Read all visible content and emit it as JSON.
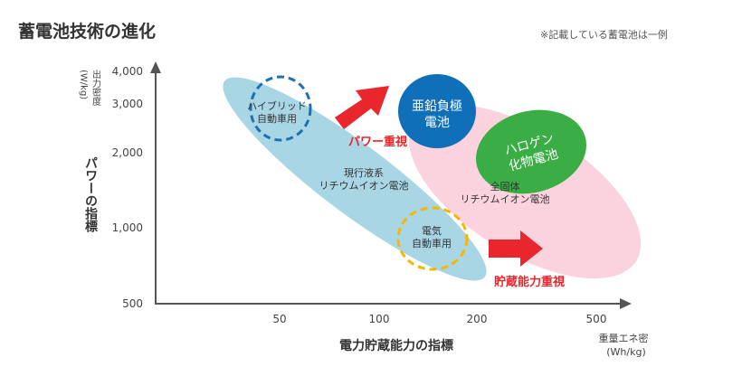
{
  "title": "蓄電池技術の進化",
  "note": "※記載している蓄電池は一例",
  "colors": {
    "blue_area": "#a9d6e5",
    "pink_area": "#fbd3df",
    "dark_blue": "#0f6fb8",
    "green": "#3aae45",
    "red": "#e8262b",
    "dash_blue": "#1f6fb5",
    "dash_orange": "#f5b800",
    "axis": "#555555"
  },
  "chart_data": {
    "type": "diagram",
    "y_axis": {
      "label_main": "パワーの指標",
      "label_unit_1": "出力密度",
      "label_unit_2": "(W/kg)",
      "ticks": [
        "4,000",
        "3,000",
        "2,000",
        "1,000",
        "500"
      ],
      "scale": "log"
    },
    "x_axis": {
      "label_main": "電力貯蔵能力の指標",
      "label_unit_1": "重量エネ密",
      "label_unit_2": "(Wh/kg)",
      "ticks": [
        "50",
        "100",
        "200",
        "500"
      ],
      "scale": "log"
    },
    "regions": [
      {
        "name": "現行液系リチウムイオン電池",
        "line1": "現行液系",
        "line2": "リチウムイオン電池"
      },
      {
        "name": "全固体リチウムイオン電池",
        "line1": "全固体",
        "line2": "リチウムイオン電池"
      },
      {
        "name": "亜鉛負極電池",
        "line1": "亜鉛負極",
        "line2": "電池"
      },
      {
        "name": "ハロゲン化物電池",
        "line1": "ハロゲン",
        "line2": "化物電池"
      },
      {
        "name": "ハイブリッド自動車用",
        "line1": "ハイブリッド",
        "line2": "自動車用"
      },
      {
        "name": "電気自動車用",
        "line1": "電気",
        "line2": "自動車用"
      }
    ],
    "annotations": [
      "パワー重視",
      "貯蔵能力重視"
    ]
  }
}
